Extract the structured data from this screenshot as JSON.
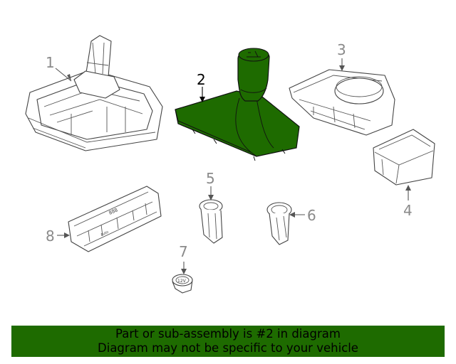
{
  "callouts": {
    "c1": "1",
    "c2": "2",
    "c3": "3",
    "c4": "4",
    "c5": "5",
    "c6": "6",
    "c7": "7",
    "c8": "8"
  },
  "labels": {
    "climate_display": "888",
    "climate_auto": "Auto",
    "socket": "12V"
  },
  "banner": {
    "line1": "Part or sub-assembly is #2 in diagram",
    "line2": "Diagram may not be specific to your vehicle"
  },
  "colors": {
    "highlight": "#1e6b00",
    "callout_text": "#8a8a8a"
  }
}
